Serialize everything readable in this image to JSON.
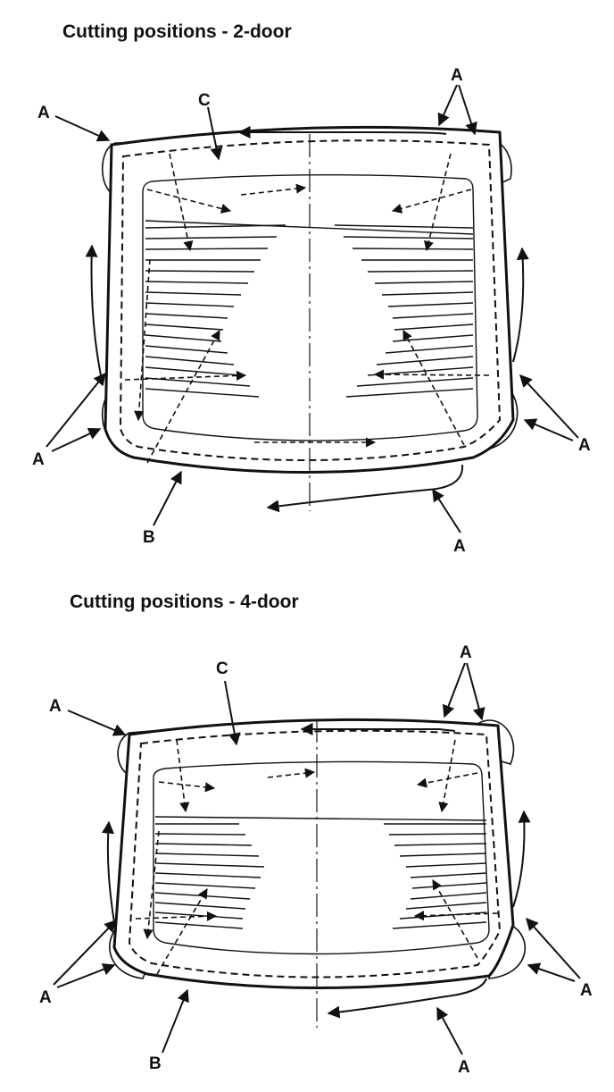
{
  "sections": [
    {
      "title": "Cutting positions - 2-door",
      "labels": {
        "a": "A",
        "b": "B",
        "c": "C"
      }
    },
    {
      "title": "Cutting positions - 4-door",
      "labels": {
        "a": "A",
        "b": "B",
        "c": "C"
      }
    }
  ]
}
